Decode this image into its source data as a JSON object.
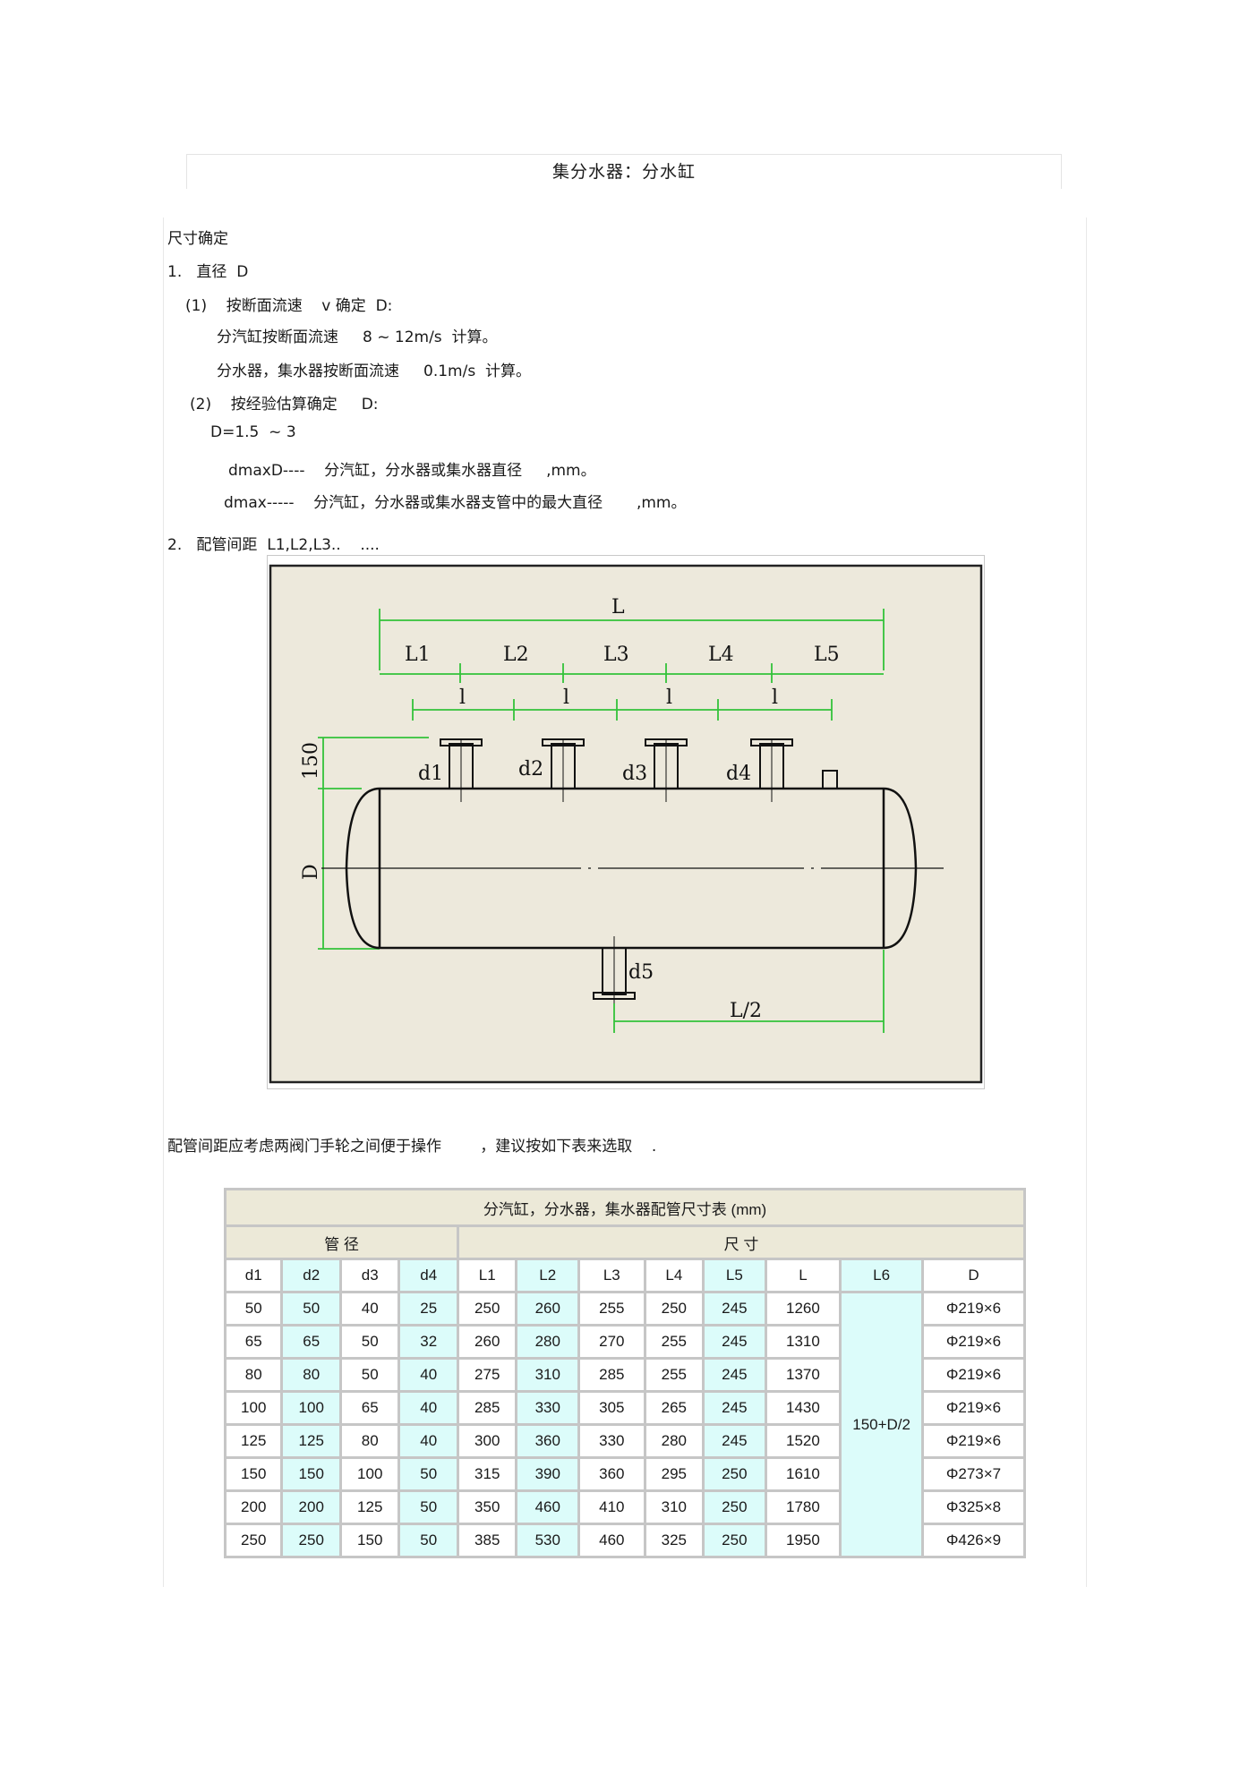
{
  "title": "集分水器：分水缸",
  "lines": [
    "尺寸确定",
    "1.   直径  D",
    "(1)    按断面流速    v 确定  D:",
    "分汽缸按断面流速     8 ~ 12m/s  计算。",
    "分水器，集水器按断面流速     0.1m/s  计算。",
    "(2)    按经验估算确定     D:",
    "D=1.5  ~ 3",
    "dmaxD----    分汽缸，分水器或集水器直径     ,mm。",
    "dmax-----    分汽缸，分水器或集水器支管中的最大直径       ,mm。",
    "2.   配管间距  L1,L2,L3..    ....",
    "配管间距应考虑两阀门手轮之间便于操作        ，建议按如下表来选取    ."
  ],
  "diagram": {
    "labels": {
      "L": "L",
      "L1": "L1",
      "L2": "L2",
      "L3": "L3",
      "L4": "L4",
      "L5": "L5",
      "l": "l",
      "dim150": "150",
      "D": "D",
      "d1": "d1",
      "d2": "d2",
      "d3": "d3",
      "d4": "d4",
      "d5": "d5",
      "half": "L/2"
    }
  },
  "table": {
    "caption": "分汽缸，分水器，集水器配管尺寸表   (mm)",
    "group_pipe": "管     径",
    "group_size": "尺          寸",
    "headers": [
      "d1",
      "d2",
      "d3",
      "d4",
      "L1",
      "L2",
      "L3",
      "L4",
      "L5",
      "L",
      "L6",
      "D"
    ],
    "l6_value": "150+D/2",
    "rows": [
      [
        "50",
        "50",
        "40",
        "25",
        "250",
        "260",
        "255",
        "250",
        "245",
        "1260",
        "Φ219×6"
      ],
      [
        "65",
        "65",
        "50",
        "32",
        "260",
        "280",
        "270",
        "255",
        "245",
        "1310",
        "Φ219×6"
      ],
      [
        "80",
        "80",
        "50",
        "40",
        "275",
        "310",
        "285",
        "255",
        "245",
        "1370",
        "Φ219×6"
      ],
      [
        "100",
        "100",
        "65",
        "40",
        "285",
        "330",
        "305",
        "265",
        "245",
        "1430",
        "Φ219×6"
      ],
      [
        "125",
        "125",
        "80",
        "40",
        "300",
        "360",
        "330",
        "280",
        "245",
        "1520",
        "Φ219×6"
      ],
      [
        "150",
        "150",
        "100",
        "50",
        "315",
        "390",
        "360",
        "295",
        "250",
        "1610",
        "Φ273×7"
      ],
      [
        "200",
        "200",
        "125",
        "50",
        "350",
        "460",
        "410",
        "310",
        "250",
        "1780",
        "Φ325×8"
      ],
      [
        "250",
        "250",
        "150",
        "50",
        "385",
        "530",
        "460",
        "325",
        "250",
        "1950",
        "Φ426×9"
      ]
    ]
  },
  "colors": {
    "drawing_bg": "#ede9dc",
    "dimension_green": "#33c23a",
    "table_header": "#ece9d8",
    "table_cyan": "#dcfcfa"
  }
}
